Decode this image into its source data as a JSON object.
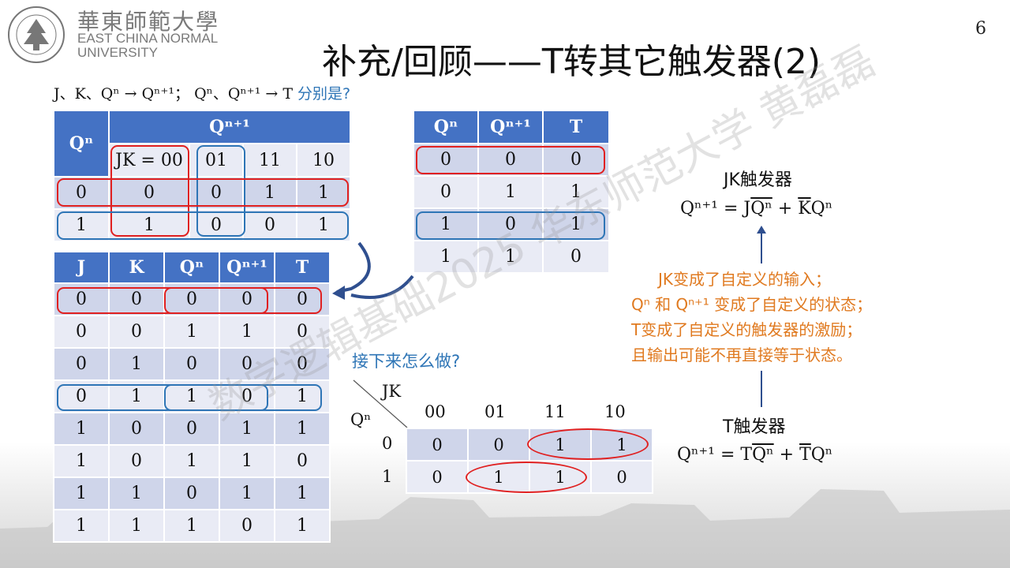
{
  "header": {
    "university_cn": "華東師範大學",
    "university_en_1": "EAST CHINA NORMAL",
    "university_en_2": "UNIVERSITY",
    "page_number": "6"
  },
  "title": "补充/回顾——T转其它触发器(2)",
  "subtitle": {
    "prefix": "J、K、Qⁿ → Qⁿ⁺¹；  Qⁿ、Qⁿ⁺¹ → T",
    "question": "分别是?"
  },
  "table_jk": {
    "qn": "Qⁿ",
    "qn1": "Qⁿ⁺¹",
    "cols": [
      "JK = 00",
      "01",
      "11",
      "10"
    ],
    "rows": [
      {
        "q": "0",
        "v": [
          "0",
          "0",
          "1",
          "1"
        ]
      },
      {
        "q": "1",
        "v": [
          "1",
          "0",
          "0",
          "1"
        ]
      }
    ]
  },
  "table_t": {
    "headers": [
      "Qⁿ",
      "Qⁿ⁺¹",
      "T"
    ],
    "rows": [
      [
        "0",
        "0",
        "0"
      ],
      [
        "0",
        "1",
        "1"
      ],
      [
        "1",
        "0",
        "1"
      ],
      [
        "1",
        "1",
        "0"
      ]
    ]
  },
  "table_main": {
    "headers": [
      "J",
      "K",
      "Qⁿ",
      "Qⁿ⁺¹",
      "T"
    ],
    "rows": [
      [
        "0",
        "0",
        "0",
        "0",
        "0"
      ],
      [
        "0",
        "0",
        "1",
        "1",
        "0"
      ],
      [
        "0",
        "1",
        "0",
        "0",
        "0"
      ],
      [
        "0",
        "1",
        "1",
        "0",
        "1"
      ],
      [
        "1",
        "0",
        "0",
        "1",
        "1"
      ],
      [
        "1",
        "0",
        "1",
        "1",
        "0"
      ],
      [
        "1",
        "1",
        "0",
        "1",
        "1"
      ],
      [
        "1",
        "1",
        "1",
        "0",
        "1"
      ]
    ]
  },
  "next_question": "接下来怎么做?",
  "kmap": {
    "row_var": "Qⁿ",
    "col_var": "JK",
    "cols": [
      "00",
      "01",
      "11",
      "10"
    ],
    "rows": [
      {
        "q": "0",
        "v": [
          "0",
          "0",
          "1",
          "1"
        ]
      },
      {
        "q": "1",
        "v": [
          "0",
          "1",
          "1",
          "0"
        ]
      }
    ]
  },
  "jk_ff": {
    "label": "JK触发器",
    "eq_lhs": "Qⁿ⁺¹ = J",
    "eq_bar1": "Qⁿ",
    "eq_mid": " + ",
    "eq_bar2": "K",
    "eq_end": "Qⁿ"
  },
  "t_ff": {
    "label": "T触发器",
    "eq_lhs": "Qⁿ⁺¹ = T",
    "eq_bar1": "Qⁿ",
    "eq_mid": " + ",
    "eq_bar2": "T",
    "eq_end": "Qⁿ"
  },
  "notes": [
    "JK变成了自定义的输入；",
    "Qⁿ 和 Qⁿ⁺¹ 变成了自定义的状态；",
    "T变成了自定义的触发器的激励；",
    "且输出可能不再直接等于状态。"
  ],
  "watermark": "数字逻辑基础2025 华东师范大学 黄磊磊",
  "colors": {
    "header_blue": "#4472c4",
    "row_dark": "#cfd5ea",
    "row_light": "#e9ebf5",
    "highlight_red": "#e02020",
    "highlight_blue": "#2e75b6",
    "note_orange": "#e07a20"
  }
}
